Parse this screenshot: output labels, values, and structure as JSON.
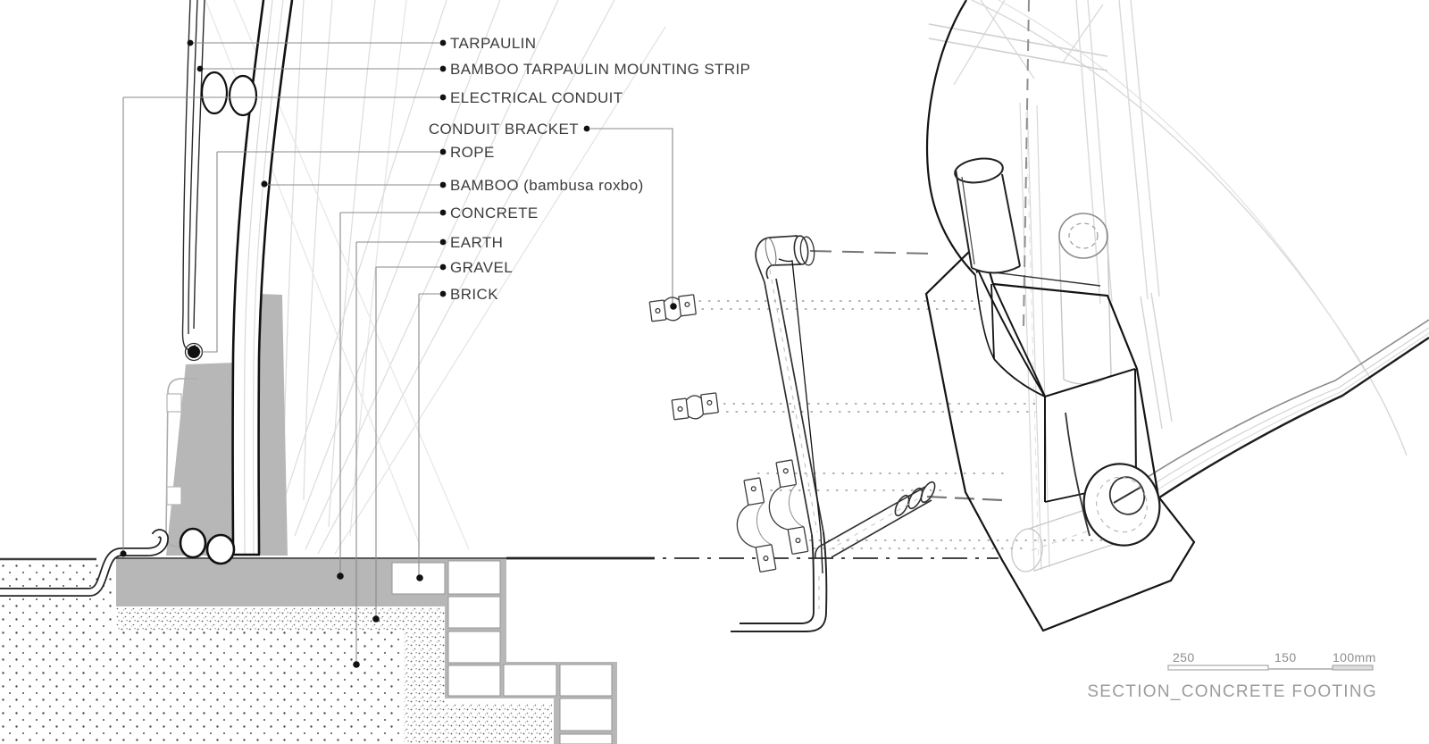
{
  "legend": {
    "items": [
      "TARPAULIN",
      "BAMBOO TARPAULIN MOUNTING STRIP",
      "ELECTRICAL CONDUIT",
      "CONDUIT BRACKET",
      "ROPE",
      "BAMBOO (bambusa roxbo)",
      "CONCRETE",
      "EARTH",
      "GRAVEL",
      "BRICK"
    ]
  },
  "title_block": {
    "title": "SECTION_CONCRETE FOOTING",
    "scale_ticks": [
      "250",
      "150",
      "100mm"
    ]
  },
  "colors": {
    "concrete_fill": "#b7b7b7",
    "dark_line": "#1a1a1a",
    "faint_line": "#d8d8d8",
    "leader_line": "#8a8a8a",
    "label_text": "#3c3c3c",
    "title_text": "#9c9c9c"
  }
}
